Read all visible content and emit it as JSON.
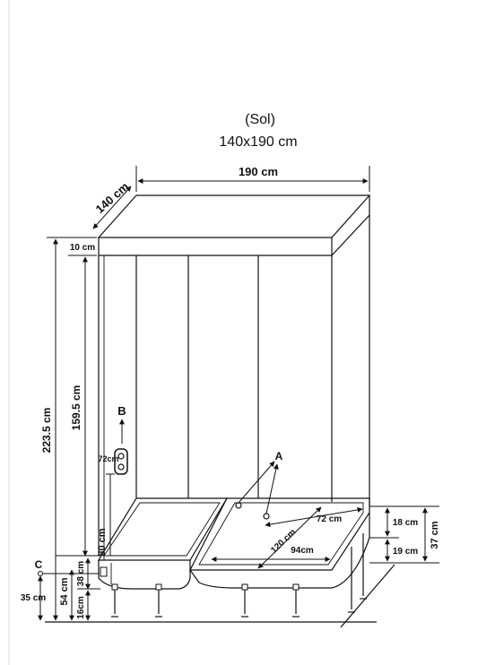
{
  "title": {
    "line1": "(Sol)",
    "line2": "140x190 cm"
  },
  "dimensions": {
    "width": "190 cm",
    "depth": "140 cm",
    "total_height": "223.5 cm",
    "top_band": "10 cm",
    "wall_height": "159.5 cm",
    "bath_height": "80 cm",
    "side_54": "54 cm",
    "side_38": "38 cm",
    "side_16": "16cm",
    "side_35": "35 cm",
    "seat_72": "72 cm",
    "seat_120": "120 cm",
    "seat_94": "94cm",
    "right_18": "18 cm",
    "right_19": "19 cm",
    "right_37": "37 cm",
    "control_72": "72cm"
  },
  "markers": {
    "a": "A",
    "b": "B",
    "c": "C"
  }
}
